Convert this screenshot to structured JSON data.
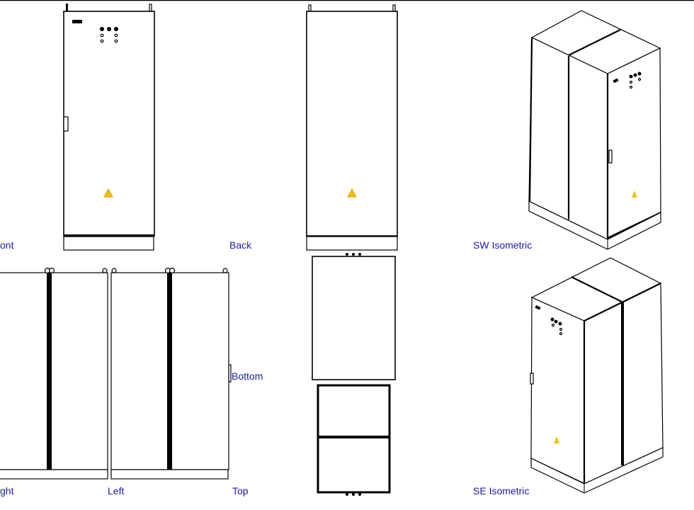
{
  "views": {
    "front": "ont",
    "back": "Back",
    "sw_isometric": "SW Isometric",
    "right": "ght",
    "left": "Left",
    "bottom": "Bottom",
    "top": "Top",
    "se_isometric": "SE Isometric"
  },
  "colors": {
    "label": "#1a1aa8",
    "warning": "#f0c000",
    "line": "#000000"
  },
  "icons": [
    "warning-triangle-icon"
  ]
}
